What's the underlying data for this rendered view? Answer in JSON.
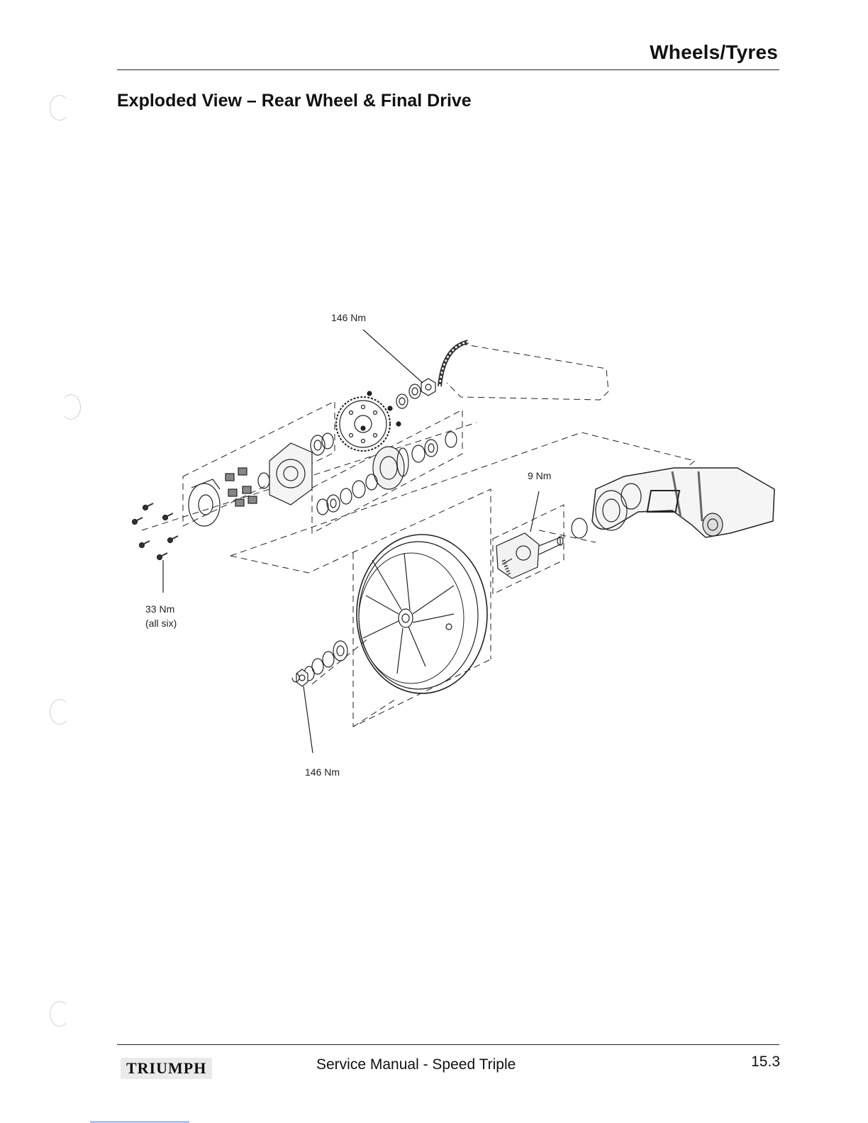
{
  "header": {
    "section": "Wheels/Tyres",
    "title": "Exploded View – Rear Wheel & Final Drive"
  },
  "callouts": {
    "sprocket_nut": "146 Nm",
    "adjuster_bolt": "9 Nm",
    "carrier_bolts": "33 Nm",
    "carrier_bolts_note": "(all six)",
    "wheel_nut": "146 Nm"
  },
  "footer": {
    "brand": "TRIUMPH",
    "manual": "Service Manual - Speed Triple",
    "page": "15.3"
  }
}
